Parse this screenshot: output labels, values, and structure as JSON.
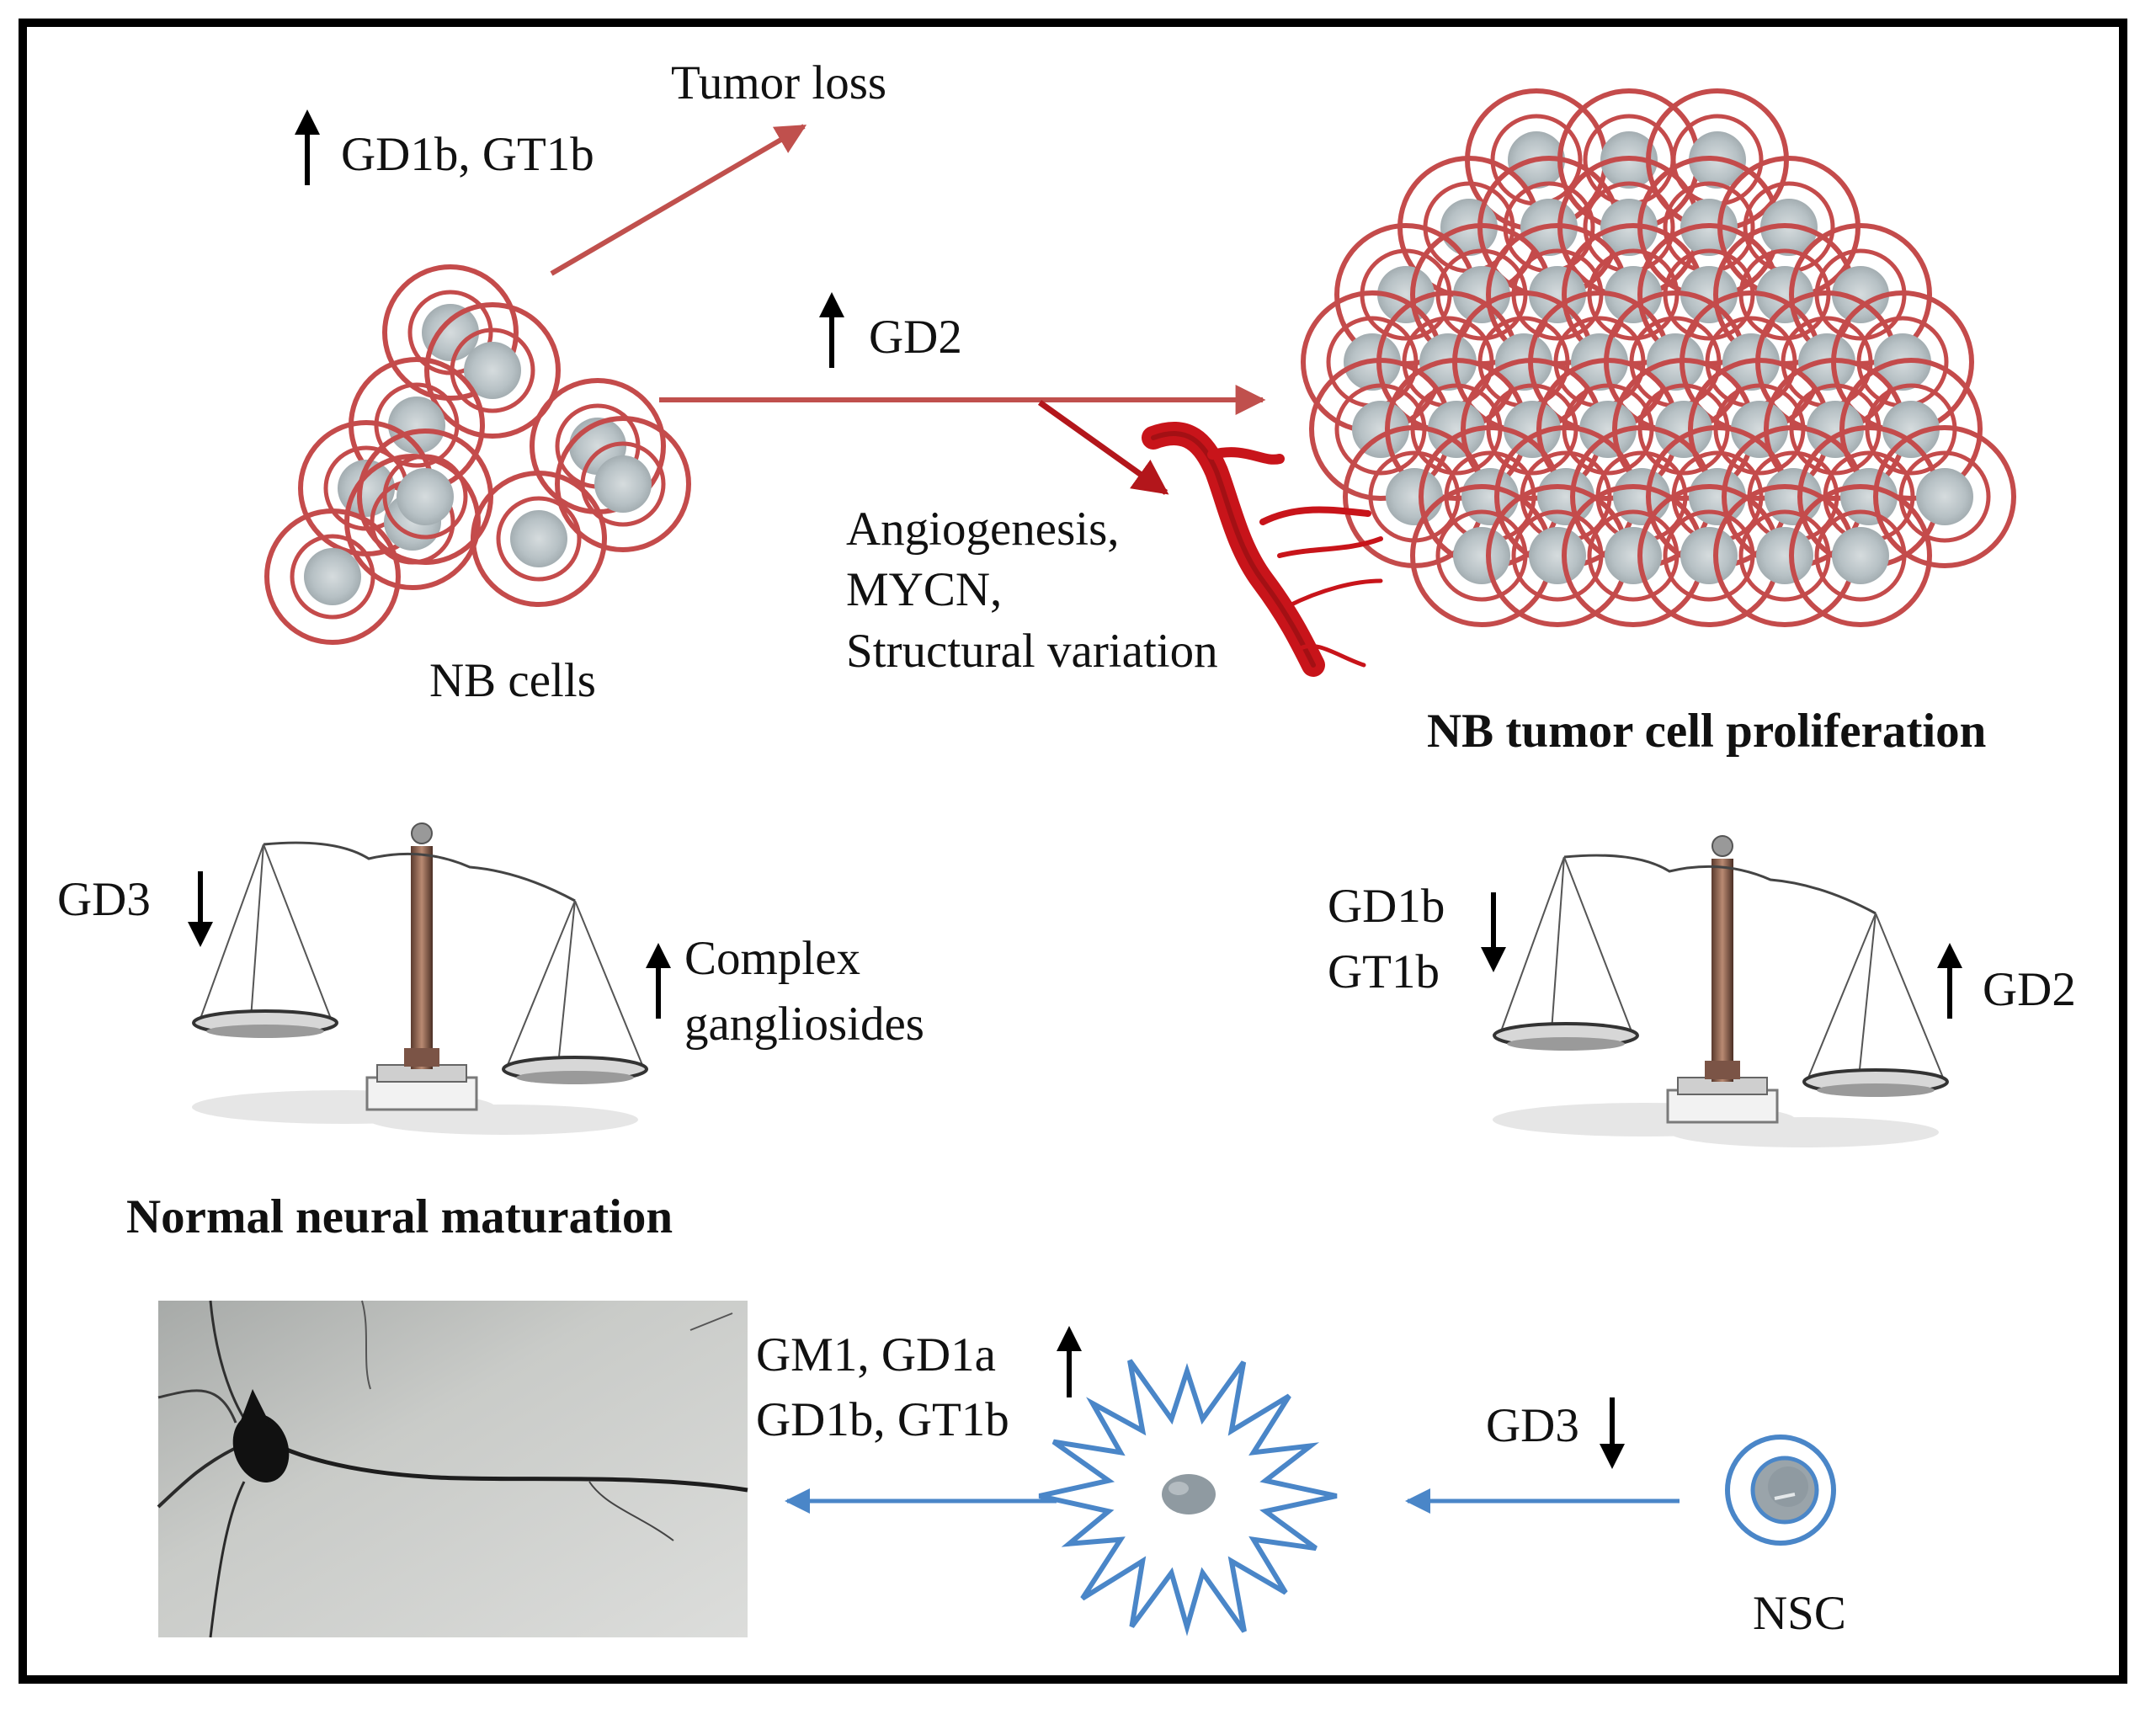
{
  "labels": {
    "tumor_loss": "Tumor loss",
    "top_up_markers": "GD1b, GT1b",
    "gd2_up": "GD2",
    "nb_cells": "NB cells",
    "downstream_effects": [
      "Angiogenesis,",
      "MYCN,",
      "Structural variation"
    ],
    "nb_proliferation_title": "NB tumor cell proliferation",
    "left_scale_down": "GD3",
    "left_scale_up": [
      "Complex",
      "gangliosides"
    ],
    "right_scale_down": [
      "GD1b",
      "GT1b"
    ],
    "right_scale_up": "GD2",
    "normal_maturation_title": "Normal neural maturation",
    "neuron_markers_up": [
      "GM1, GD1a",
      "GD1b, GT1b"
    ],
    "nsc_gd3_down": "GD3",
    "nsc": "NSC"
  },
  "icons": [
    "up-arrow-icon",
    "down-arrow-icon",
    "balance-scale-icon",
    "blood-vessel-icon",
    "neuron-photo",
    "neural-stem-cell-icon",
    "differentiating-cell-icon"
  ],
  "colors": {
    "nb_cell_ring": "#c44b4b",
    "nb_nucleus": "#b9c3c7",
    "vessel": "#c8141a",
    "red_arrow": "#c0504d",
    "blue_arrow": "#4a86c8",
    "cell_gray": "#8f9aa1"
  }
}
